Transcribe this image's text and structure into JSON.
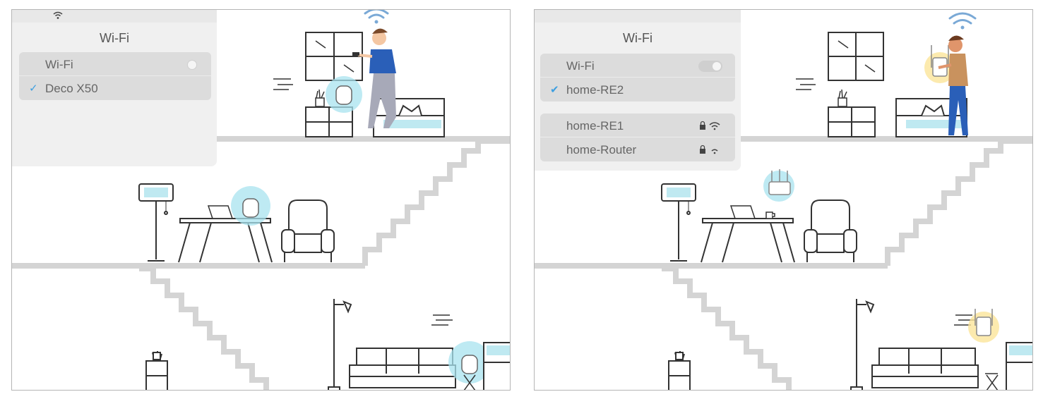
{
  "left_menu": {
    "title": "Wi-Fi",
    "wifi_toggle_label": "Wi-Fi",
    "connected_network": "Deco X50",
    "check_mark": "✓"
  },
  "right_menu": {
    "title": "Wi-Fi",
    "wifi_toggle_label": "Wi-Fi",
    "connected_network": "home-RE2",
    "check_mark": "✔",
    "other_networks": [
      "home-RE1",
      "home-Router"
    ]
  },
  "colors": {
    "mesh_glow": "#a8e3ef",
    "warm_glow": "#fbe59a",
    "wifi_signal": "#7aa9d6",
    "check": "#3d9fe0",
    "floor": "#d4d4d4",
    "line": "#333333"
  },
  "icons": [
    "wifi-icon",
    "check-icon",
    "lock-icon",
    "wifi-signal-icon",
    "toggle-switch"
  ]
}
